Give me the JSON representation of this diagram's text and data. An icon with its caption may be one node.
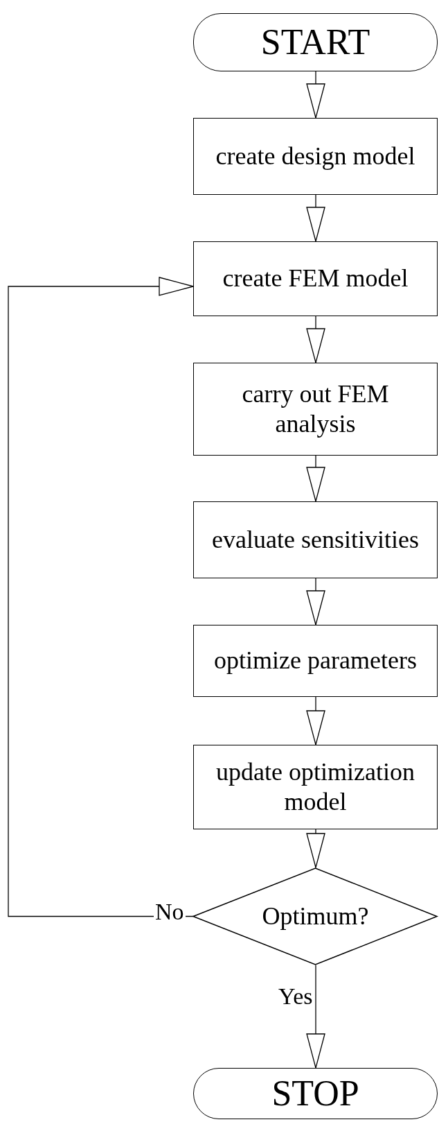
{
  "diagram": {
    "nodes": [
      {
        "text": [
          "START"
        ]
      },
      {
        "text": [
          "create design model"
        ]
      },
      {
        "text": [
          "create FEM model"
        ]
      },
      {
        "text": [
          "carry out FEM analysis"
        ]
      },
      {
        "text": [
          "evaluate sensitivities"
        ]
      },
      {
        "text": [
          "optimize parameters"
        ]
      },
      {
        "text": [
          "update optimization model"
        ]
      },
      {
        "text": [
          "Optimum?"
        ]
      },
      {
        "text": [
          "STOP"
        ]
      }
    ],
    "edges": [
      {
        "from": 0,
        "to": 1,
        "arrow": "to"
      },
      {
        "from": 1,
        "to": 2,
        "arrow": "to"
      },
      {
        "from": 2,
        "to": 3,
        "arrow": "to"
      },
      {
        "from": 3,
        "to": 4,
        "arrow": "to"
      },
      {
        "from": 4,
        "to": 5,
        "arrow": "to"
      },
      {
        "from": 5,
        "to": 6,
        "arrow": "to"
      },
      {
        "from": 6,
        "to": 7,
        "arrow": "to"
      },
      {
        "from": 7,
        "to": 2,
        "arrow": "to",
        "label": "No"
      },
      {
        "from": 7,
        "to": 8,
        "arrow": "to",
        "label": "Yes"
      }
    ]
  }
}
